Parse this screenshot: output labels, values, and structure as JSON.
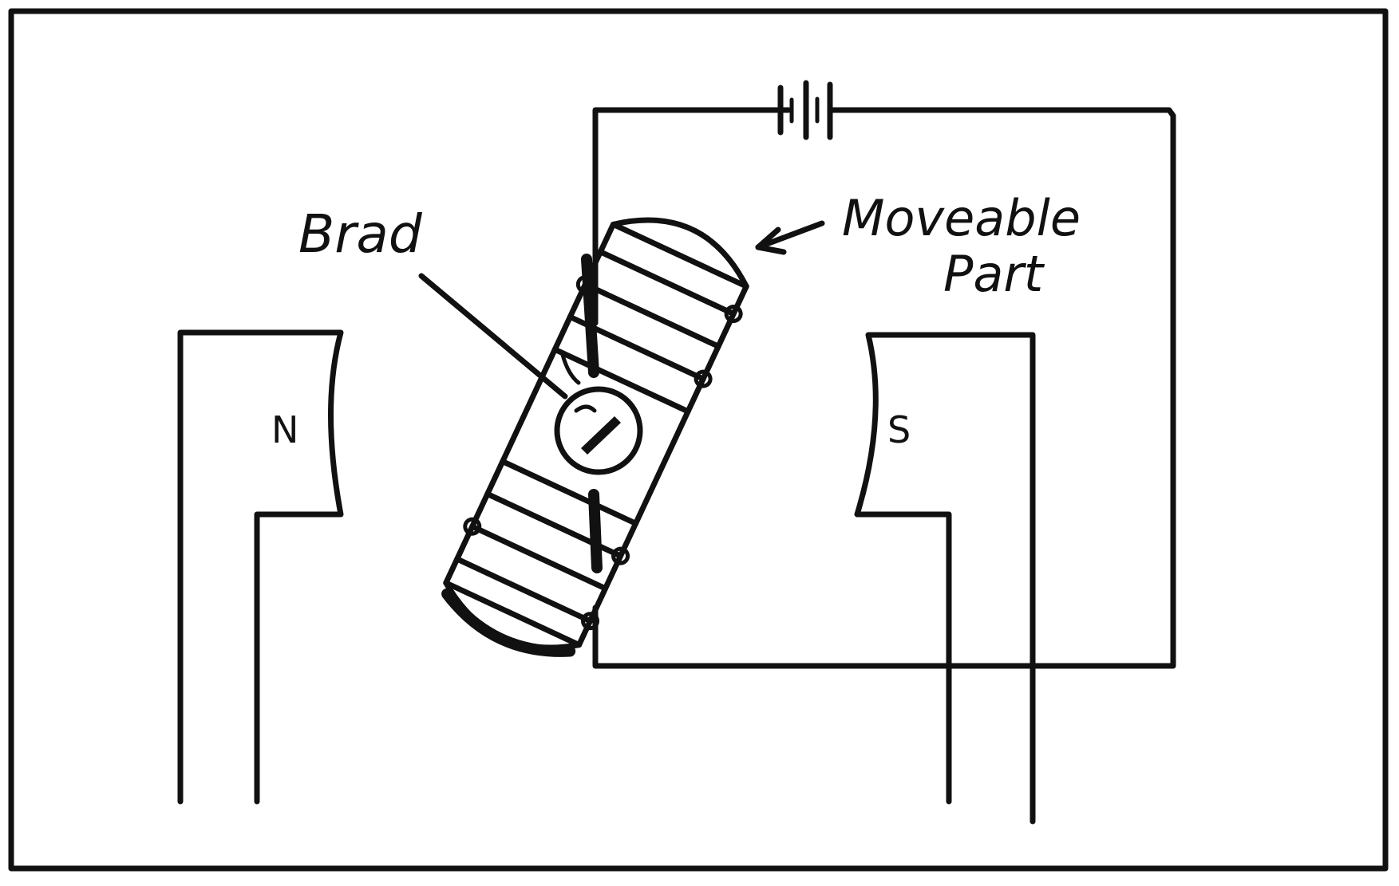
{
  "labels": {
    "brad": "Brad",
    "moveable_line1": "Moveable",
    "moveable_line2": "Part",
    "north_pole": "N",
    "south_pole": "S"
  },
  "icons": {
    "battery": "battery-icon"
  },
  "colors": {
    "ink": "#111111",
    "paper": "#ffffff"
  }
}
